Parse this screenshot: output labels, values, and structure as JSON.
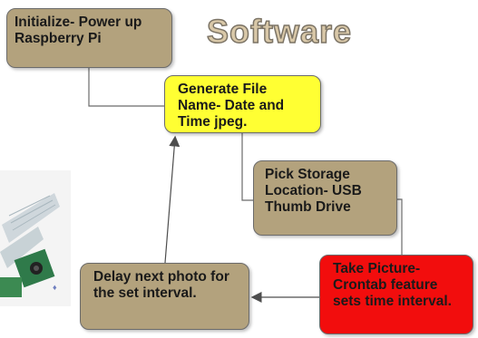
{
  "title": "Software",
  "boxes": {
    "init": "Initialize- Power up Raspberry Pi",
    "generate": "Generate File Name- Date and Time jpeg.",
    "storage": "Pick Storage Location- USB Thumb Drive",
    "take_picture": "Take Picture- Crontab feature sets time interval.",
    "delay": "Delay next photo for the set interval."
  },
  "colors": {
    "tan": "#b3a27d",
    "yellow": "#ffff33",
    "red": "#f20d0d",
    "title_fill": "#d9c8a8"
  }
}
